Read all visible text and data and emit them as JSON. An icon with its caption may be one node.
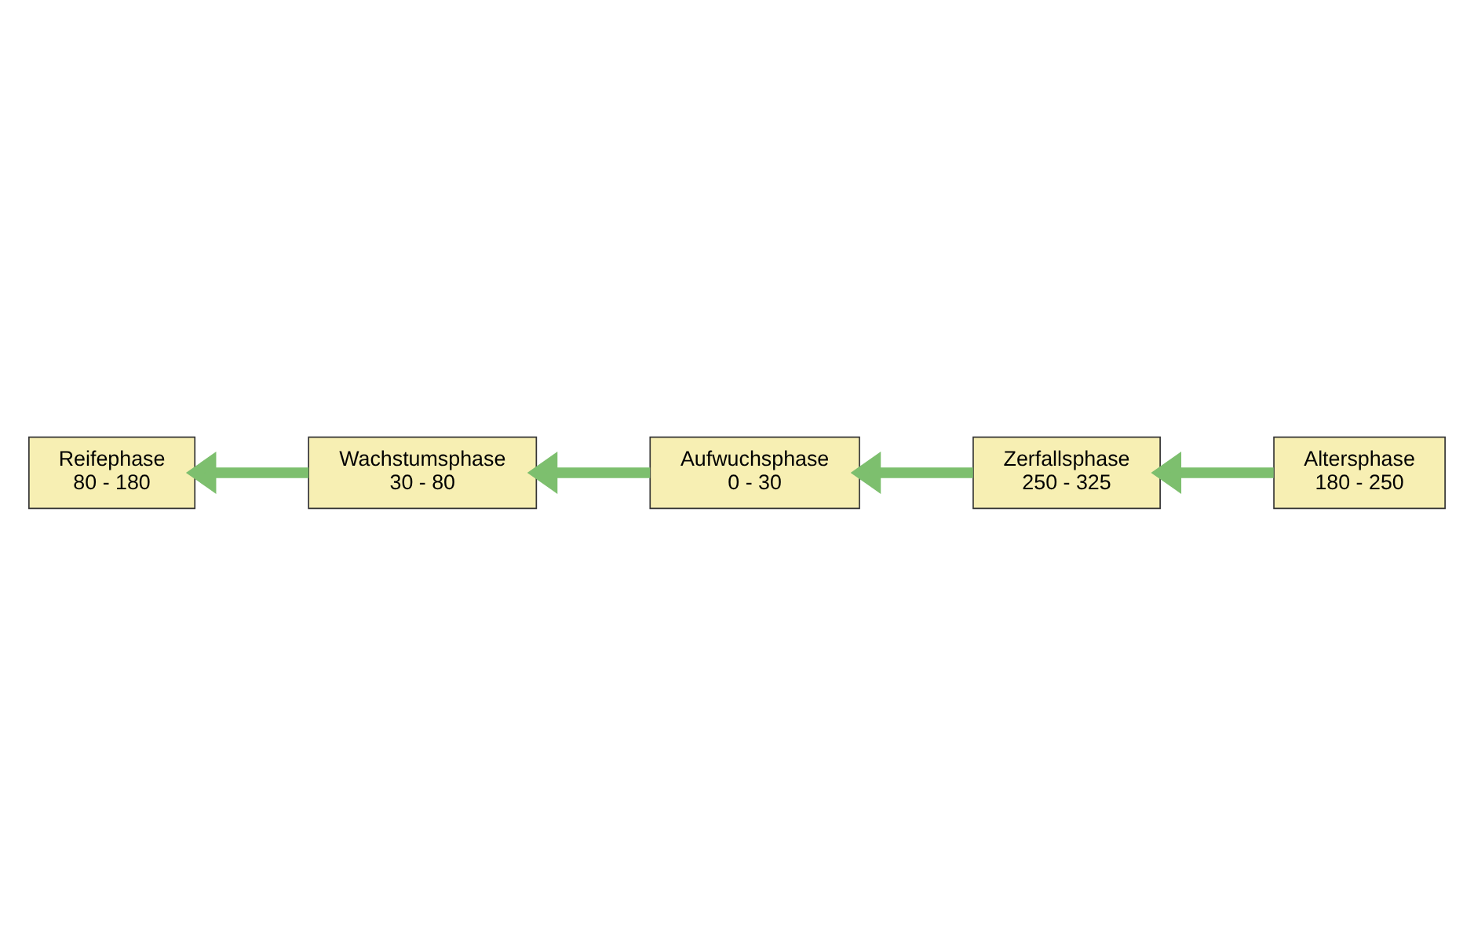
{
  "diagram": {
    "nodes": [
      {
        "text": [
          "Reifephase",
          "80 - 180"
        ]
      },
      {
        "text": [
          "Wachstumsphase",
          "30 - 80"
        ]
      },
      {
        "text": [
          "Altersphase",
          "180 - 250"
        ]
      },
      {
        "text": [
          "Aufwuchsphase",
          "0 - 30"
        ]
      },
      {
        "text": [
          "Zerfallsphase",
          "250 - 325"
        ]
      }
    ],
    "edges": [
      {
        "from": 1,
        "to": 0,
        "arrow": "to"
      },
      {
        "from": 2,
        "to": 4,
        "arrow": "to"
      },
      {
        "from": 4,
        "to": 3,
        "arrow": "to"
      },
      {
        "from": 3,
        "to": 1,
        "arrow": "to"
      }
    ]
  }
}
